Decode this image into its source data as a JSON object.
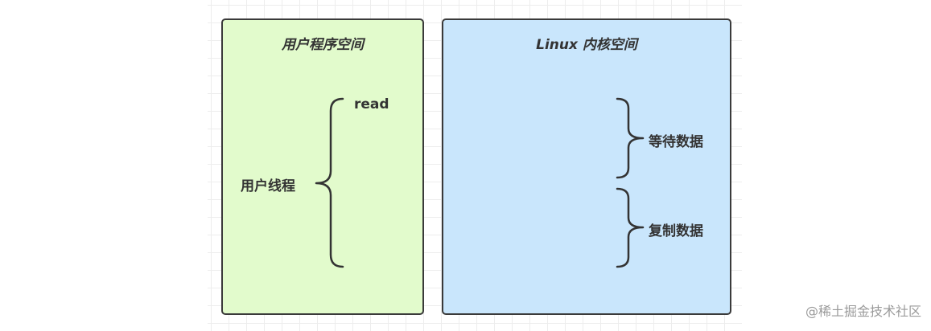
{
  "diagram": {
    "user_space": {
      "title": "用户程序空间",
      "thread_label": "用户线程",
      "read_label": "read"
    },
    "kernel_space": {
      "title": "Linux 内核空间",
      "wait_label": "等待数据",
      "copy_label": "复制数据"
    }
  },
  "watermark": "@稀土掘金技术社区"
}
